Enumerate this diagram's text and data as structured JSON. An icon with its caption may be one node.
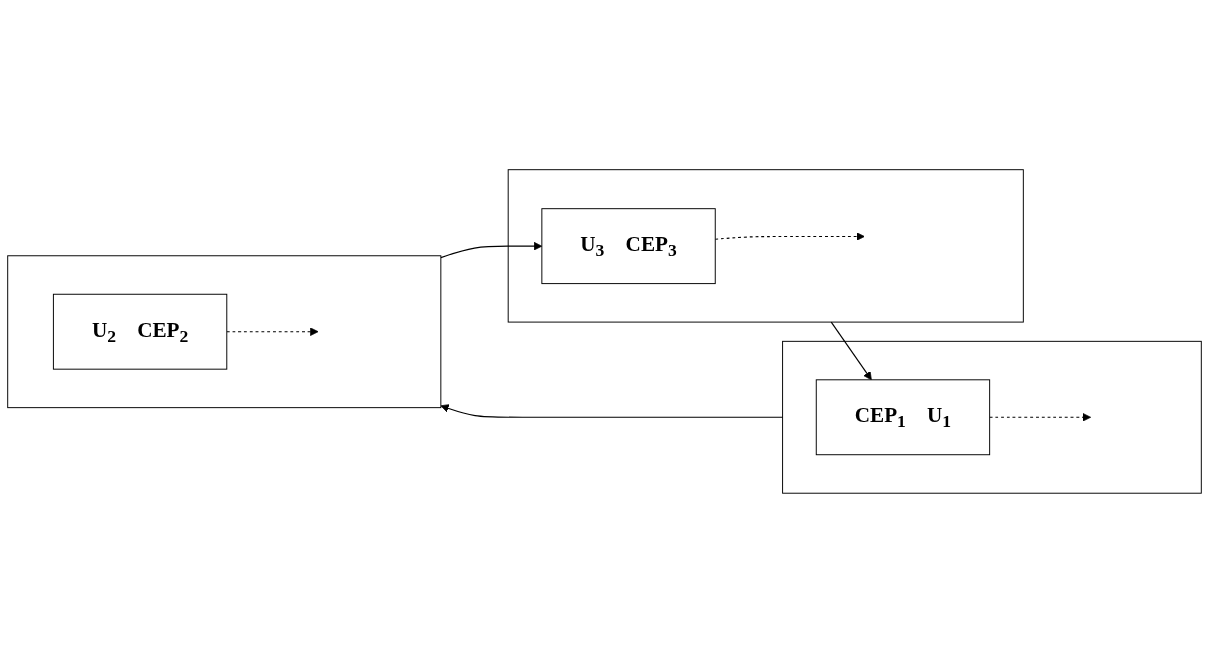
{
  "diagram": {
    "nodes": [
      {
        "text": [],
        "shape": "box"
      },
      {
        "text": [
          "CEP$_{1}$",
          "U$_{1}$"
        ],
        "in": 0
      },
      {
        "text": [],
        "shape": "box"
      },
      {
        "text": [
          "U$_{2}$",
          "CEP$_{2}$"
        ],
        "in": 2
      },
      {
        "text": [],
        "shape": "box"
      },
      {
        "text": [
          "U$_{3}$",
          "CEP$_{3}$"
        ],
        "in": 4
      }
    ],
    "edges": [
      {
        "from": 1,
        "to": null,
        "arrow": "to",
        "style": "dashed"
      },
      {
        "from": 0,
        "to": 2,
        "arrow": "to"
      },
      {
        "from": 3,
        "to": null,
        "arrow": "to",
        "style": "dashed"
      },
      {
        "from": 2,
        "to": 5,
        "arrow": "to"
      },
      {
        "from": 5,
        "to": null,
        "arrow": "to",
        "style": "dashed"
      },
      {
        "from": 4,
        "to": 1,
        "arrow": "to"
      }
    ]
  }
}
